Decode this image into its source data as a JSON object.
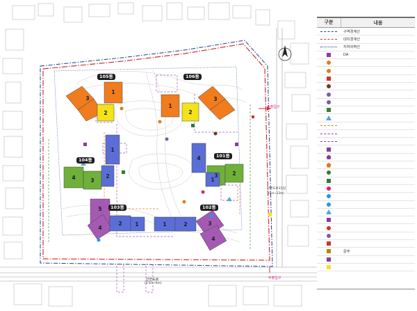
{
  "buildings": [
    {
      "label": "105동"
    },
    {
      "label": "106동"
    },
    {
      "label": "104동"
    },
    {
      "label": "101동"
    },
    {
      "label": "103동"
    },
    {
      "label": "102동"
    }
  ],
  "map_labels": {
    "main_entrance": "주출입구",
    "sub_entrance": "부출입구",
    "road_bottom": "산번도로",
    "road_bottom_sub": "(4.5m~6m)",
    "road_right": "산번도로15길",
    "road_right_sub": "(8m~13m)"
  },
  "legend": {
    "header_col1": "구분",
    "header_col2": "내용",
    "rows": [
      {
        "type": "line",
        "color": "#1a3c8c",
        "style": "dash-dot",
        "text": "구역경계선"
      },
      {
        "type": "line",
        "color": "#d32f2f",
        "style": "dash-dot",
        "text": "대지경계선"
      },
      {
        "type": "line",
        "color": "#1a3c8c",
        "style": "dotted",
        "text": "지하외벽선"
      },
      {
        "type": "sq",
        "color": "#8a3b9c",
        "text": "DA"
      },
      {
        "type": "dot",
        "color": "#e07b1f",
        "text": ""
      },
      {
        "type": "dot",
        "color": "#e07b1f",
        "text": ""
      },
      {
        "type": "sq",
        "color": "#d32f2f",
        "text": ""
      },
      {
        "type": "dot",
        "color": "#6b3a1e",
        "text": ""
      },
      {
        "type": "dot",
        "color": "#7b5e9b",
        "text": ""
      },
      {
        "type": "dot",
        "color": "#7b5e9b",
        "text": ""
      },
      {
        "type": "sq",
        "color": "#3f7d3a",
        "text": ""
      },
      {
        "type": "tri",
        "color": "#4da6e0",
        "text": ""
      },
      {
        "type": "line",
        "color": "#e07b1f",
        "style": "dashed",
        "text": ""
      },
      {
        "type": "line",
        "color": "#8a3b9c",
        "style": "dashed",
        "text": ""
      },
      {
        "type": "line",
        "color": "#8a3b9c",
        "style": "dashed",
        "text": ""
      },
      {
        "type": "sq",
        "color": "#8a3b9c",
        "text": ""
      },
      {
        "type": "pent",
        "color": "#8a3b9c",
        "text": ""
      },
      {
        "type": "pent",
        "color": "#e07b1f",
        "text": ""
      },
      {
        "type": "dot",
        "color": "#2e7d32",
        "text": ""
      },
      {
        "type": "sq",
        "color": "#2e7d32",
        "text": ""
      },
      {
        "type": "dot",
        "color": "#e91e63",
        "text": ""
      },
      {
        "type": "dot",
        "color": "#2196f3",
        "text": ""
      },
      {
        "type": "dot",
        "color": "#2196f3",
        "text": ""
      },
      {
        "type": "tri",
        "color": "#4da6e0",
        "text": ""
      },
      {
        "type": "sq",
        "color": "#8a3b9c",
        "text": ""
      },
      {
        "type": "dot",
        "color": "#d32f2f",
        "text": ""
      },
      {
        "type": "dot",
        "color": "#7b5e9b",
        "text": ""
      },
      {
        "type": "sq",
        "color": "#d32f2f",
        "text": ""
      },
      {
        "type": "sq",
        "color": "#b8860b",
        "text": "문주"
      },
      {
        "type": "sq",
        "color": "#8a3b9c",
        "text": ""
      },
      {
        "type": "sq",
        "color": "#f2e41b",
        "text": ""
      }
    ]
  },
  "colors": {
    "orange": "#f07c1e",
    "yellow": "#f3e318",
    "green": "#6fb03a",
    "purple": "#a45ab3",
    "blue": "#5b6ed6",
    "boundary_red": "#d32f2f",
    "boundary_blue": "#1a3c8c"
  }
}
